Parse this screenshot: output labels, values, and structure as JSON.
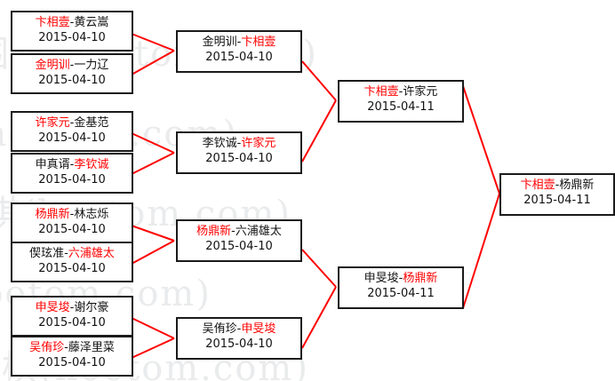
{
  "meta": {
    "watermark_text": "围棋(hoetom.com)",
    "winner_color": "#ff0000",
    "loser_color": "#111111",
    "line_color": "#ff0000",
    "box_border_color": "#1a1a1a",
    "background_color": "#ffffff"
  },
  "rounds": [
    {
      "name": "round-of-16",
      "matches": [
        {
          "id": "r1m1",
          "left": "卞相壹",
          "right": "黄云嵩",
          "winner": "left",
          "date": "2015-04-10"
        },
        {
          "id": "r1m2",
          "left": "金明训",
          "right": "一力辽",
          "winner": "left",
          "date": "2015-04-10"
        },
        {
          "id": "r1m3",
          "left": "许家元",
          "right": "金基范",
          "winner": "left",
          "date": "2015-04-10"
        },
        {
          "id": "r1m4",
          "left": "申真谞",
          "right": "李钦诚",
          "winner": "right",
          "date": "2015-04-10"
        },
        {
          "id": "r1m5",
          "left": "杨鼎新",
          "right": "林志烁",
          "winner": "left",
          "date": "2015-04-10"
        },
        {
          "id": "r1m6",
          "left": "偰玹准",
          "right": "六浦雄太",
          "winner": "right",
          "date": "2015-04-10"
        },
        {
          "id": "r1m7",
          "left": "申旻埈",
          "right": "谢尔豪",
          "winner": "left",
          "date": "2015-04-10"
        },
        {
          "id": "r1m8",
          "left": "吴侑珍",
          "right": "藤泽里菜",
          "winner": "left",
          "date": "2015-04-10"
        }
      ]
    },
    {
      "name": "quarterfinals",
      "matches": [
        {
          "id": "r2m1",
          "left": "金明训",
          "right": "卞相壹",
          "winner": "right",
          "date": "2015-04-10"
        },
        {
          "id": "r2m2",
          "left": "李钦诚",
          "right": "许家元",
          "winner": "right",
          "date": "2015-04-10"
        },
        {
          "id": "r2m3",
          "left": "杨鼎新",
          "right": "六浦雄太",
          "winner": "left",
          "date": "2015-04-10"
        },
        {
          "id": "r2m4",
          "left": "吴侑珍",
          "right": "申旻埈",
          "winner": "right",
          "date": "2015-04-10"
        }
      ]
    },
    {
      "name": "semifinals",
      "matches": [
        {
          "id": "r3m1",
          "left": "卞相壹",
          "right": "许家元",
          "winner": "left",
          "date": "2015-04-11"
        },
        {
          "id": "r3m2",
          "left": "申旻埈",
          "right": "杨鼎新",
          "winner": "right",
          "date": "2015-04-11"
        }
      ]
    },
    {
      "name": "final",
      "matches": [
        {
          "id": "r4m1",
          "left": "卞相壹",
          "right": "杨鼎新",
          "winner": "left",
          "date": "2015-04-11"
        }
      ]
    }
  ]
}
